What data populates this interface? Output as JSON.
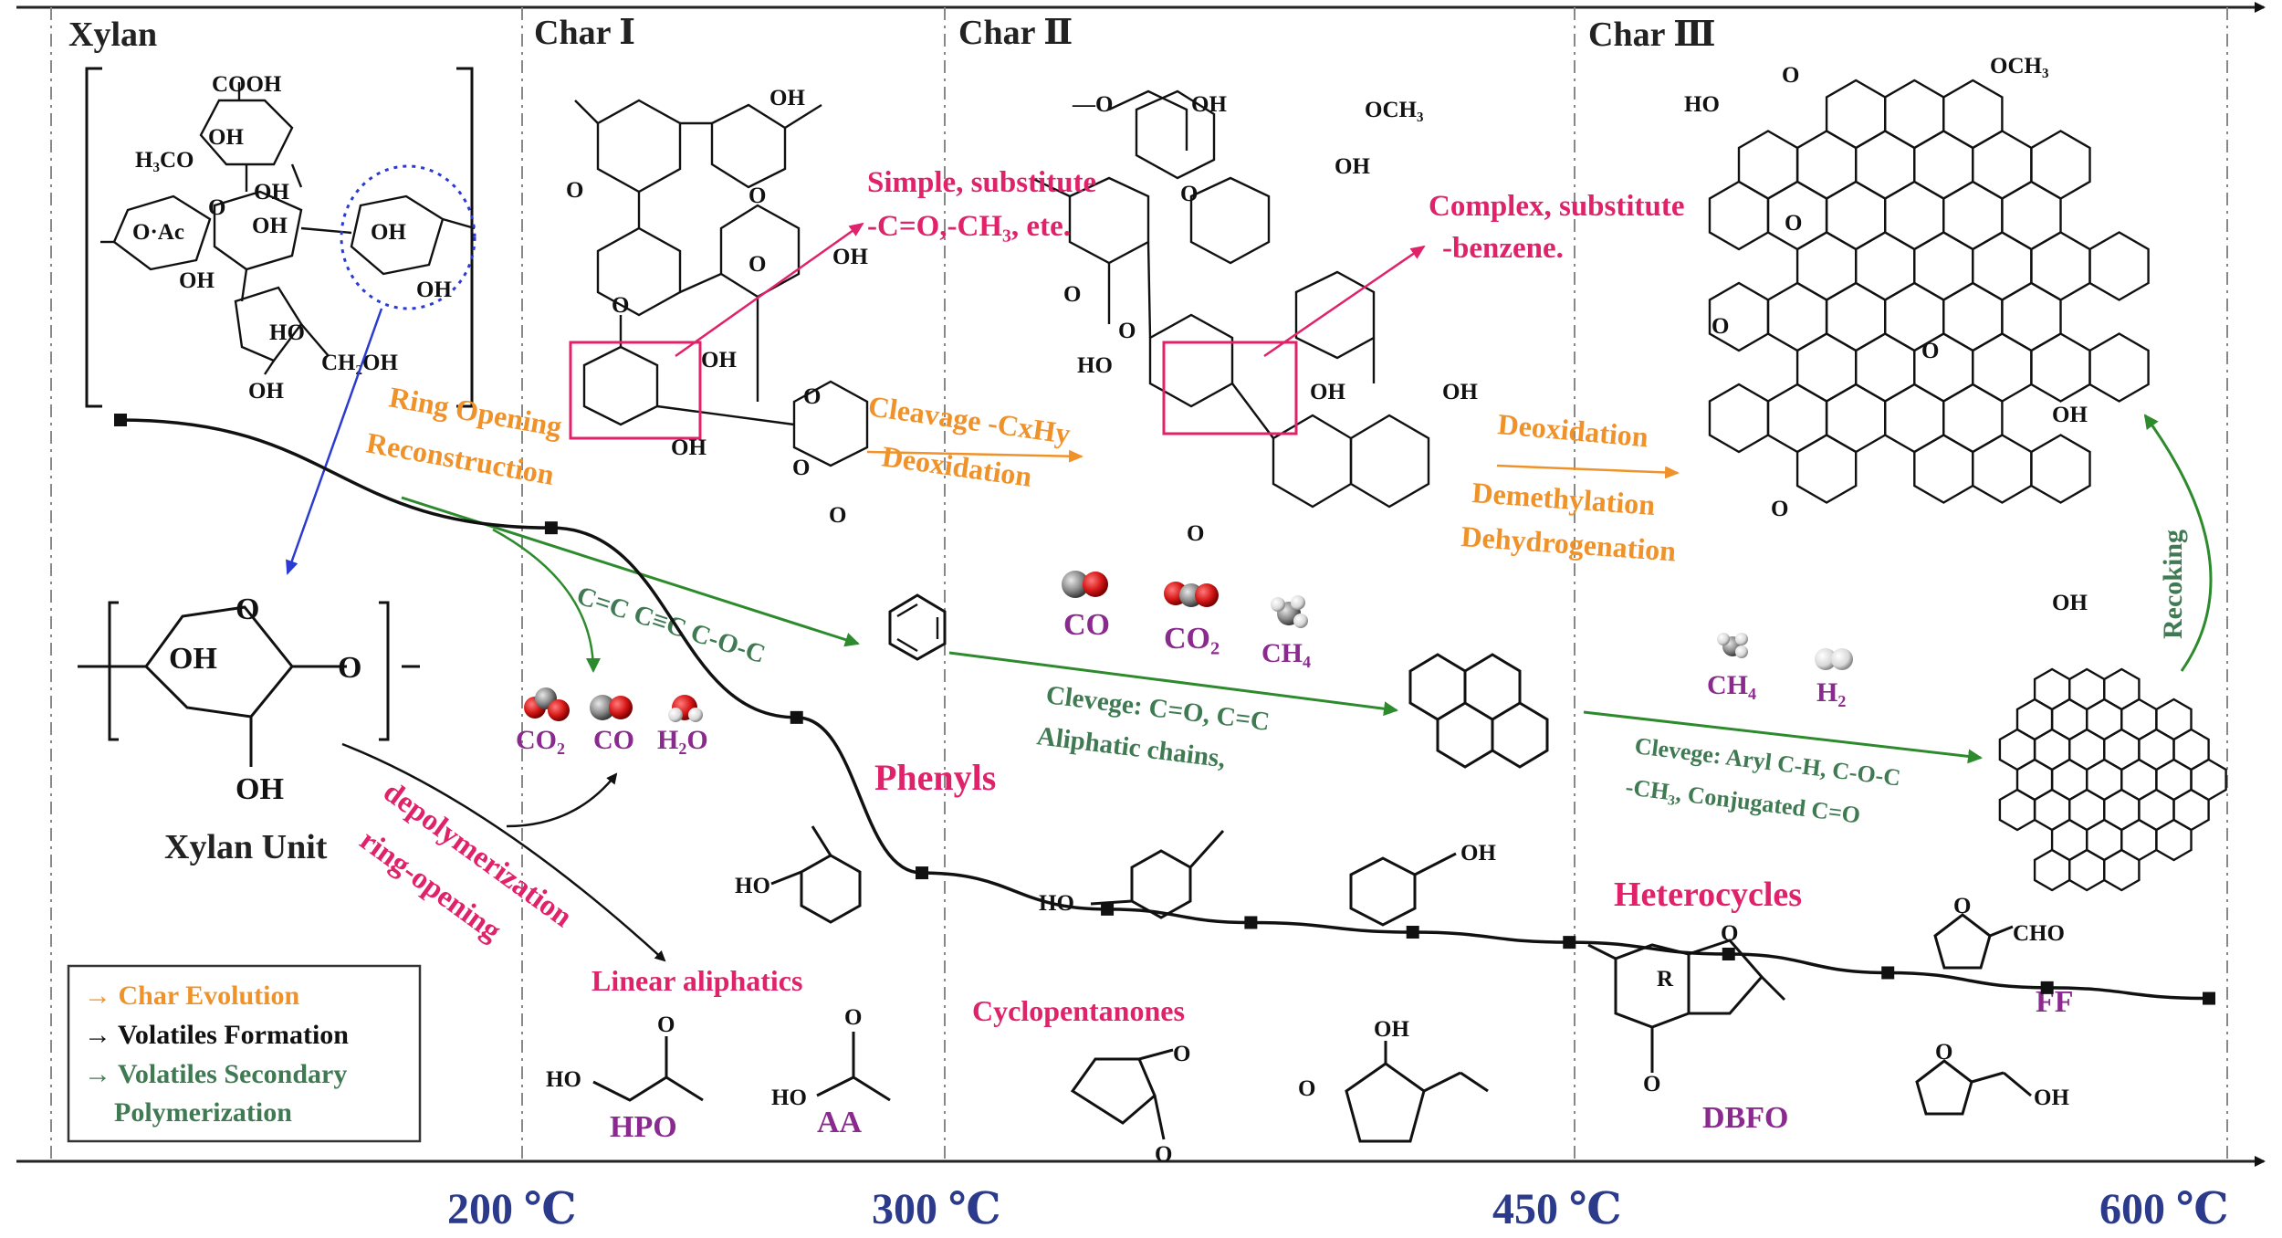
{
  "stages": {
    "xylan": "Xylan",
    "char1": "Char Ⅰ",
    "char2": "Char Ⅱ",
    "char3": "Char Ⅲ"
  },
  "temperatures": [
    "200 ℃",
    "300 ℃",
    "450 ℃",
    "600 ℃"
  ],
  "xylan_unit_label": "Xylan Unit",
  "chem_labels": {
    "cooh": "COOH",
    "oh": "OH",
    "h3co": "H₃CO",
    "ac": "O·Ac",
    "o": "O",
    "ch2oh": "CH₂OH",
    "ho": "HO",
    "och3": "OCH₃",
    "methoxy": "—O",
    "cho": "CHO",
    "r": "R"
  },
  "processes": {
    "ring_opening": "Ring Opening",
    "reconstruction": "Reconstruction",
    "cleavage": "Cleavage -CxHy",
    "deoxidation_1": "Deoxidation",
    "deoxidation_2": "Deoxidation",
    "demethylation": "Demethylation",
    "dehydrogenation": "Dehydrogenation",
    "depolymerization": "depolymerization",
    "ring_opening_2": "ring-opening",
    "recoking": "Recoking"
  },
  "substitutes": {
    "simple_line1": "Simple, substitute",
    "simple_line2": "-C=O,-CH₃, ete.",
    "complex_line1": "Complex, substitute",
    "complex_line2": "-benzene."
  },
  "secondary": {
    "bonds": "C=C  C≡C  C-O-C",
    "clevege_1_line1": "Clevege: C=O, C=C",
    "clevege_1_line2": "Aliphatic chains,",
    "clevege_2_line1": "Clevege: Aryl C-H, C-O-C",
    "clevege_2_line2": "-CH₃, Conjugated C=O"
  },
  "gases": {
    "co2_a": "CO₂",
    "co_a": "CO",
    "h2o": "H₂O",
    "co_b": "CO",
    "co2_b": "CO₂",
    "ch4_a": "CH₄",
    "ch4_b": "CH₄",
    "h2": "H₂"
  },
  "products": {
    "phenyls": "Phenyls",
    "linear_aliphatics": "Linear aliphatics",
    "cyclopentanones": "Cyclopentanones",
    "heterocycles": "Heterocycles",
    "hpo": "HPO",
    "aa": "AA",
    "dbfo": "DBFO",
    "ff": "FF"
  },
  "legend": {
    "char_evolution": "→ Char Evolution",
    "volatiles_formation": "→ Volatiles Formation",
    "secondary_1": "→ Volatiles Secondary",
    "secondary_2": "Polymerization"
  },
  "colors": {
    "char_evolution": "#f0922a",
    "volatiles_formation": "#111111",
    "secondary_polymerization": "#3f7a52",
    "highlight": "#e0226a",
    "product_name": "#8b2a8e",
    "temperature": "#2c3a8c",
    "xylan_link": "#2b3bd1"
  },
  "curve_points": [
    [
      0.0,
      1.0
    ],
    [
      0.165,
      0.798
    ],
    [
      0.259,
      0.443
    ],
    [
      0.307,
      0.152
    ],
    [
      0.378,
      0.084
    ],
    [
      0.433,
      0.059
    ],
    [
      0.495,
      0.041
    ],
    [
      0.555,
      0.022
    ],
    [
      0.616,
      0.0
    ],
    [
      0.677,
      -0.035
    ],
    [
      0.738,
      -0.063
    ],
    [
      0.8,
      -0.083
    ]
  ]
}
